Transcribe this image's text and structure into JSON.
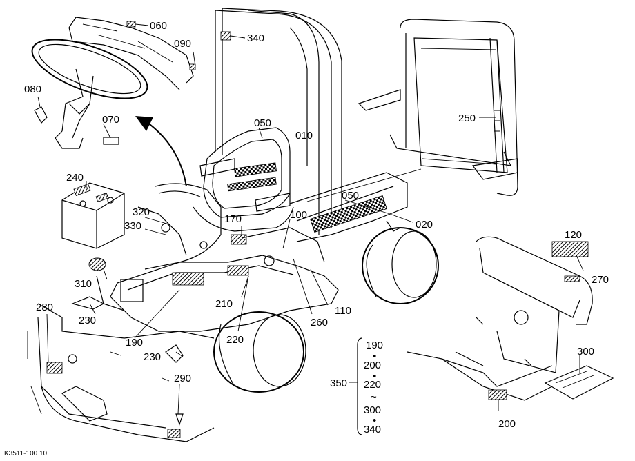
{
  "figure_code": "K3511-100 10",
  "part_labels": {
    "p060": "060",
    "p090": "090",
    "p340": "340",
    "p080": "080",
    "p070": "070",
    "p050a": "050",
    "p010": "010",
    "p250": "250",
    "p240": "240",
    "p050b": "050",
    "p320": "320",
    "p330": "330",
    "p170": "170",
    "p100": "100",
    "p020": "020",
    "p120": "120",
    "p270": "270",
    "p310": "310",
    "p210": "210",
    "p110": "110",
    "p280": "280",
    "p230a": "230",
    "p260": "260",
    "p190": "190",
    "p220": "220",
    "p230b": "230",
    "p300": "300",
    "p290": "290",
    "p200": "200"
  },
  "label_set": {
    "group": "350",
    "items": [
      "190",
      "200",
      "220",
      "300",
      "340"
    ],
    "separators": [
      "•",
      "•",
      "~",
      "•"
    ]
  }
}
